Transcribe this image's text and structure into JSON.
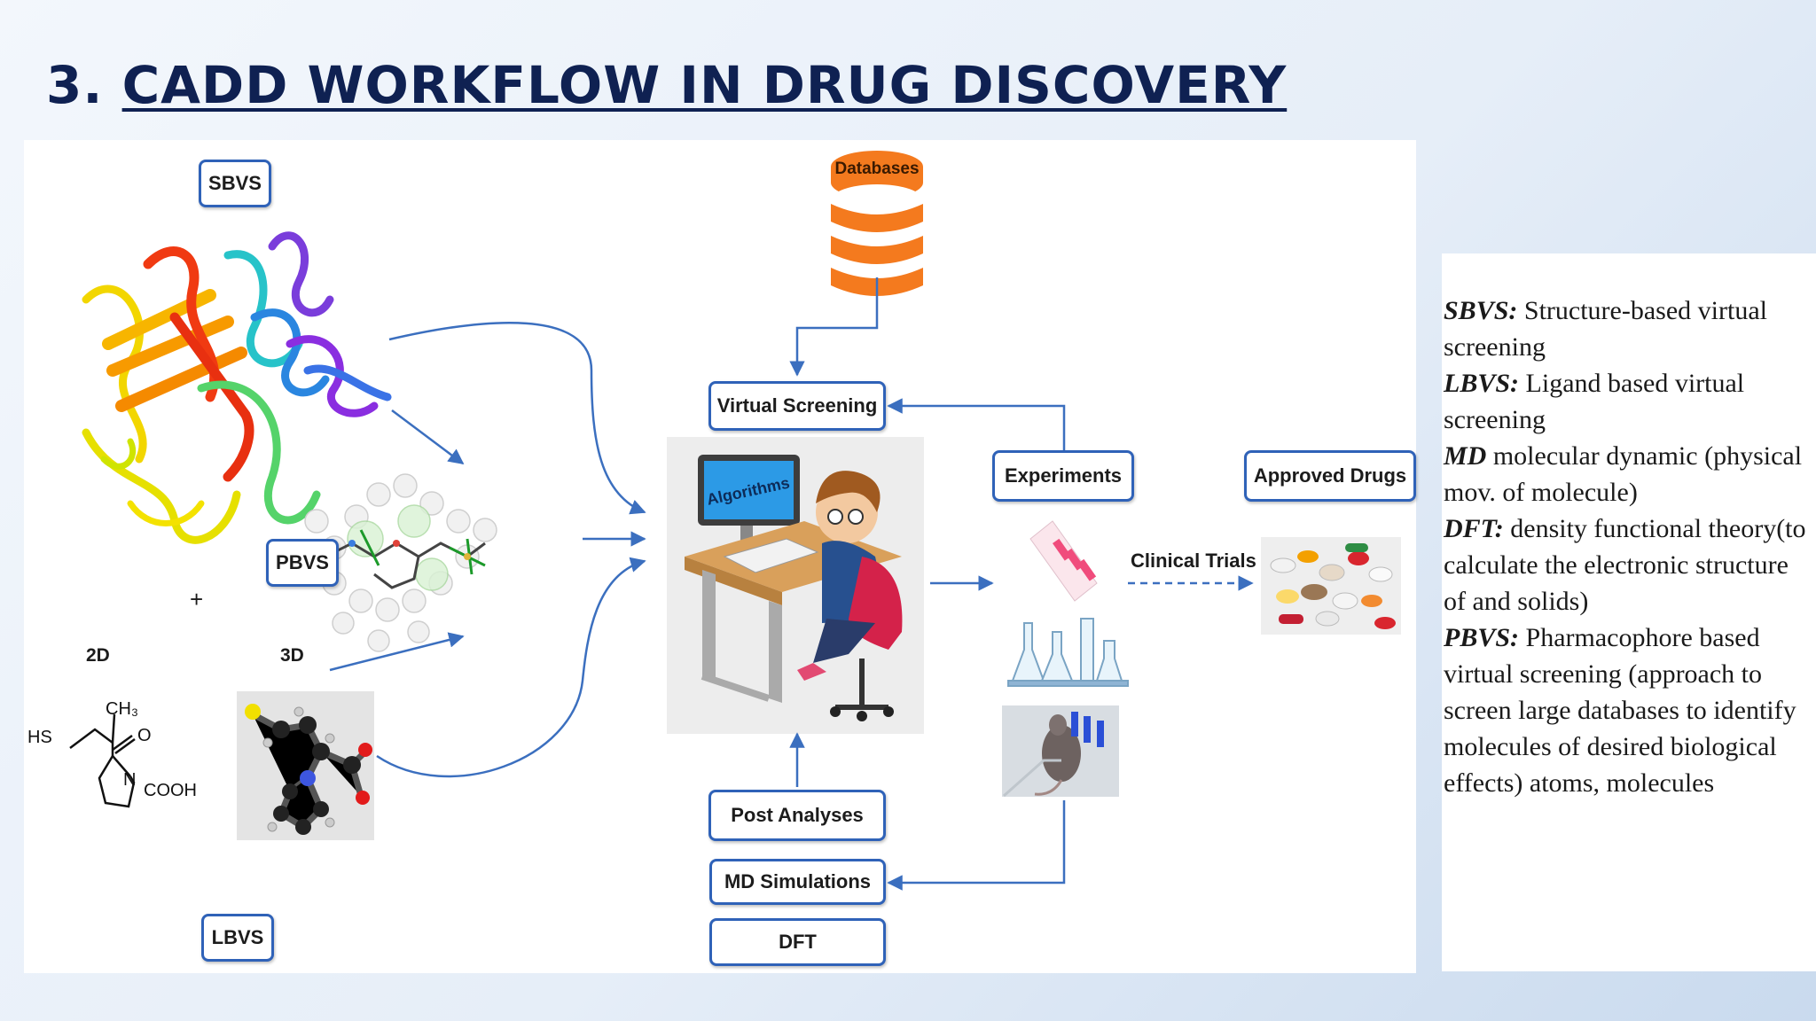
{
  "title": {
    "number": "3.",
    "text": "CADD WORKFLOW IN DRUG DISCOVERY"
  },
  "diagram": {
    "sbvs": "SBVS",
    "pbvs": "PBVS",
    "lbvs": "LBVS",
    "plus": "+",
    "label_2d": "2D",
    "label_3d": "3D",
    "molecule": {
      "ch3": "CH₃",
      "hs": "HS",
      "o": "O",
      "n": "N",
      "cooh": "COOH"
    },
    "databases": "Databases",
    "algorithms": "Algorithms",
    "virtual_screening": "Virtual Screening",
    "experiments": "Experiments",
    "approved_drugs": "Approved Drugs",
    "clinical_trials": "Clinical Trials",
    "post_analyses": "Post Analyses",
    "md_simulations": "MD Simulations",
    "dft": "DFT"
  },
  "legend": [
    {
      "term": "SBVS:",
      "desc": " Structure-based virtual screening"
    },
    {
      "term": "LBVS:",
      "desc": " Ligand based virtual screening"
    },
    {
      "term": "MD",
      "desc": " molecular dynamic (physical mov. of molecule)"
    },
    {
      "term": "DFT:",
      "desc": " density functional theory(to calculate the electronic structure of and solids)"
    },
    {
      "term": "PBVS:",
      "desc": " Pharmacophore based virtual screening (approach to screen large databases to identify molecules of desired biological effects) atoms, molecules"
    }
  ],
  "colors": {
    "title": "#0f2152",
    "box_border": "#2f62b8",
    "arrow": "#3b6fbf",
    "database": "#f47a1e"
  },
  "icons": [
    "protein-ribbon-icon",
    "pharmacophore-icon",
    "database-icon",
    "developer-at-computer-icon",
    "lab-flask-icon",
    "test-tube-icon",
    "lab-mouse-icon",
    "pills-icon",
    "ball-stick-molecule-icon"
  ]
}
